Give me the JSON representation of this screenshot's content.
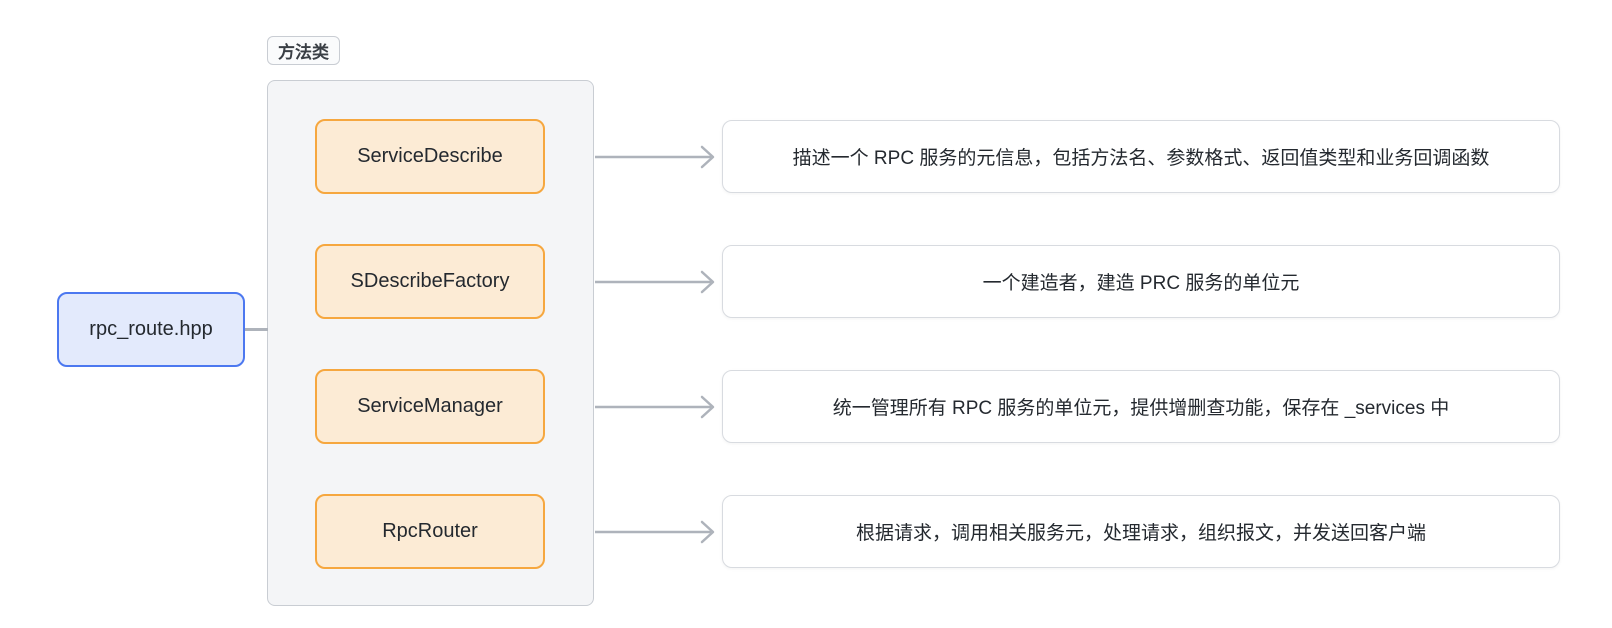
{
  "diagram": {
    "root": {
      "label": "rpc_route.hpp"
    },
    "group": {
      "label": "方法类",
      "items": [
        {
          "class_name": "ServiceDescribe",
          "description": "描述一个 RPC 服务的元信息，包括方法名、参数格式、返回值类型和业务回调函数"
        },
        {
          "class_name": "SDescribeFactory",
          "description": "一个建造者，建造 PRC 服务的单位元"
        },
        {
          "class_name": "ServiceManager",
          "description": "统一管理所有 RPC 服务的单位元，提供增删查功能，保存在 _services 中"
        },
        {
          "class_name": "RpcRouter",
          "description": "根据请求，调用相关服务元，处理请求，组织报文，并发送回客户端"
        }
      ]
    },
    "colors": {
      "class_node_border": "#F6A73F",
      "class_node_fill": "#FCEBD5",
      "root_node_border": "#4C78F0",
      "root_node_fill": "#E3EAFC",
      "group_fill": "#F4F5F7",
      "group_border": "#C9CDD3",
      "description_border": "#D8DBE0",
      "arrow": "#AEB3BB",
      "text": "#24292F"
    }
  }
}
